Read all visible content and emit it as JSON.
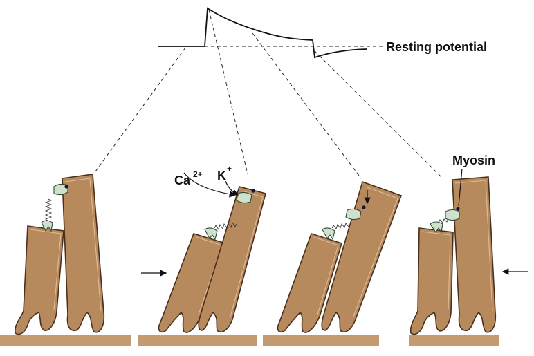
{
  "labels": {
    "resting_potential": "Resting potential",
    "calcium": "Ca",
    "calcium_charge": "2+",
    "potassium": "K",
    "potassium_charge": "+",
    "myosin": "Myosin"
  },
  "colors": {
    "stereocilia_fill": "#b78a5e",
    "stereocilia_outline": "#4a2f1a",
    "channel_fill": "#cfe0cc",
    "base_tissue": "#c49a70"
  }
}
